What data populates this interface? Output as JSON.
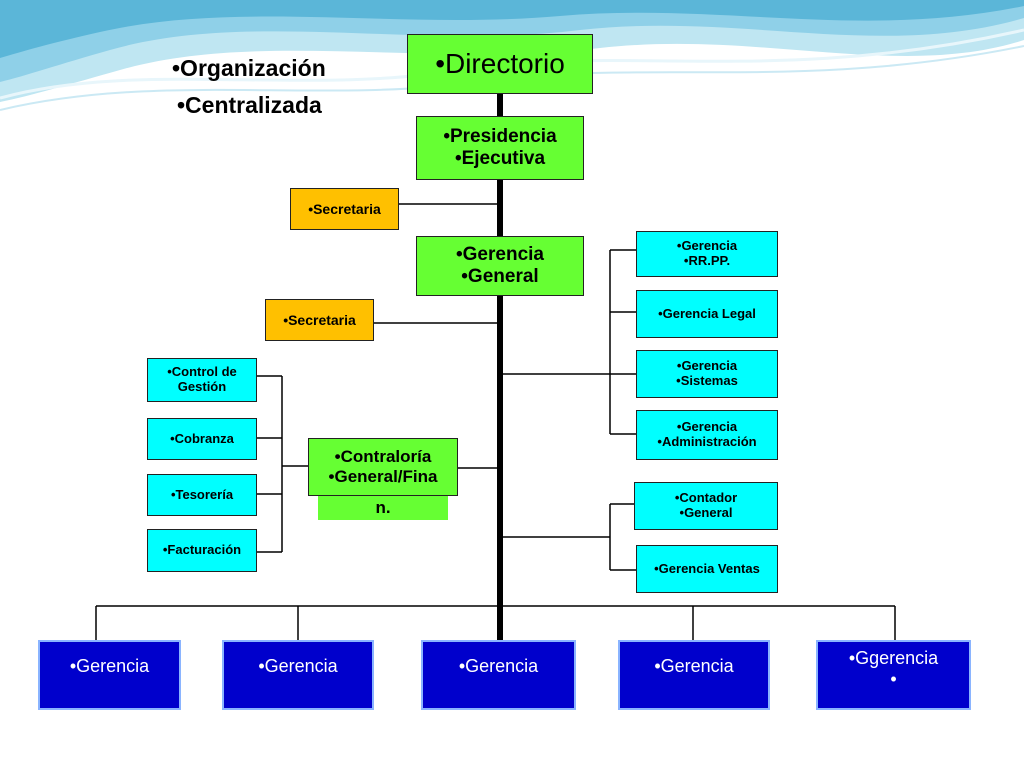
{
  "slide": {
    "title_line1": "•Organización",
    "title_line2": "•Centralizada"
  },
  "chart": {
    "directorio": "•Directorio",
    "presidencia": [
      "•Presidencia",
      "•Ejecutiva"
    ],
    "secretaria_top": "•Secretaria",
    "gerencia_general": [
      "•Gerencia",
      "•General"
    ],
    "secretaria_mid": "•Secretaria",
    "control_gestion": [
      "•Control de",
      "Gestión"
    ],
    "cobranza": "•Cobranza",
    "tesoreria": "•Tesorería",
    "facturacion": "•Facturación",
    "contraloria": [
      "•Contraloría",
      "•General/Fina",
      "n."
    ],
    "gerencia_rrpp": [
      "•Gerencia",
      "•RR.PP."
    ],
    "gerencia_legal": "•Gerencia Legal",
    "gerencia_sistemas": [
      "•Gerencia",
      "•Sistemas"
    ],
    "gerencia_administracion": [
      "•Gerencia",
      "•Administración"
    ],
    "contador_general": [
      "•Contador",
      "•General"
    ],
    "gerencia_ventas": "•Gerencia Ventas",
    "bottom_boxes": [
      "•Gerencia",
      "•Gerencia",
      "•Gerencia",
      "•Gerencia"
    ],
    "bottom_last": [
      "•Ggerencia",
      "•"
    ]
  },
  "colors": {
    "green": "#66ff33",
    "cyan": "#00ffff",
    "gold": "#ffc000",
    "navy": "#0000cc"
  }
}
